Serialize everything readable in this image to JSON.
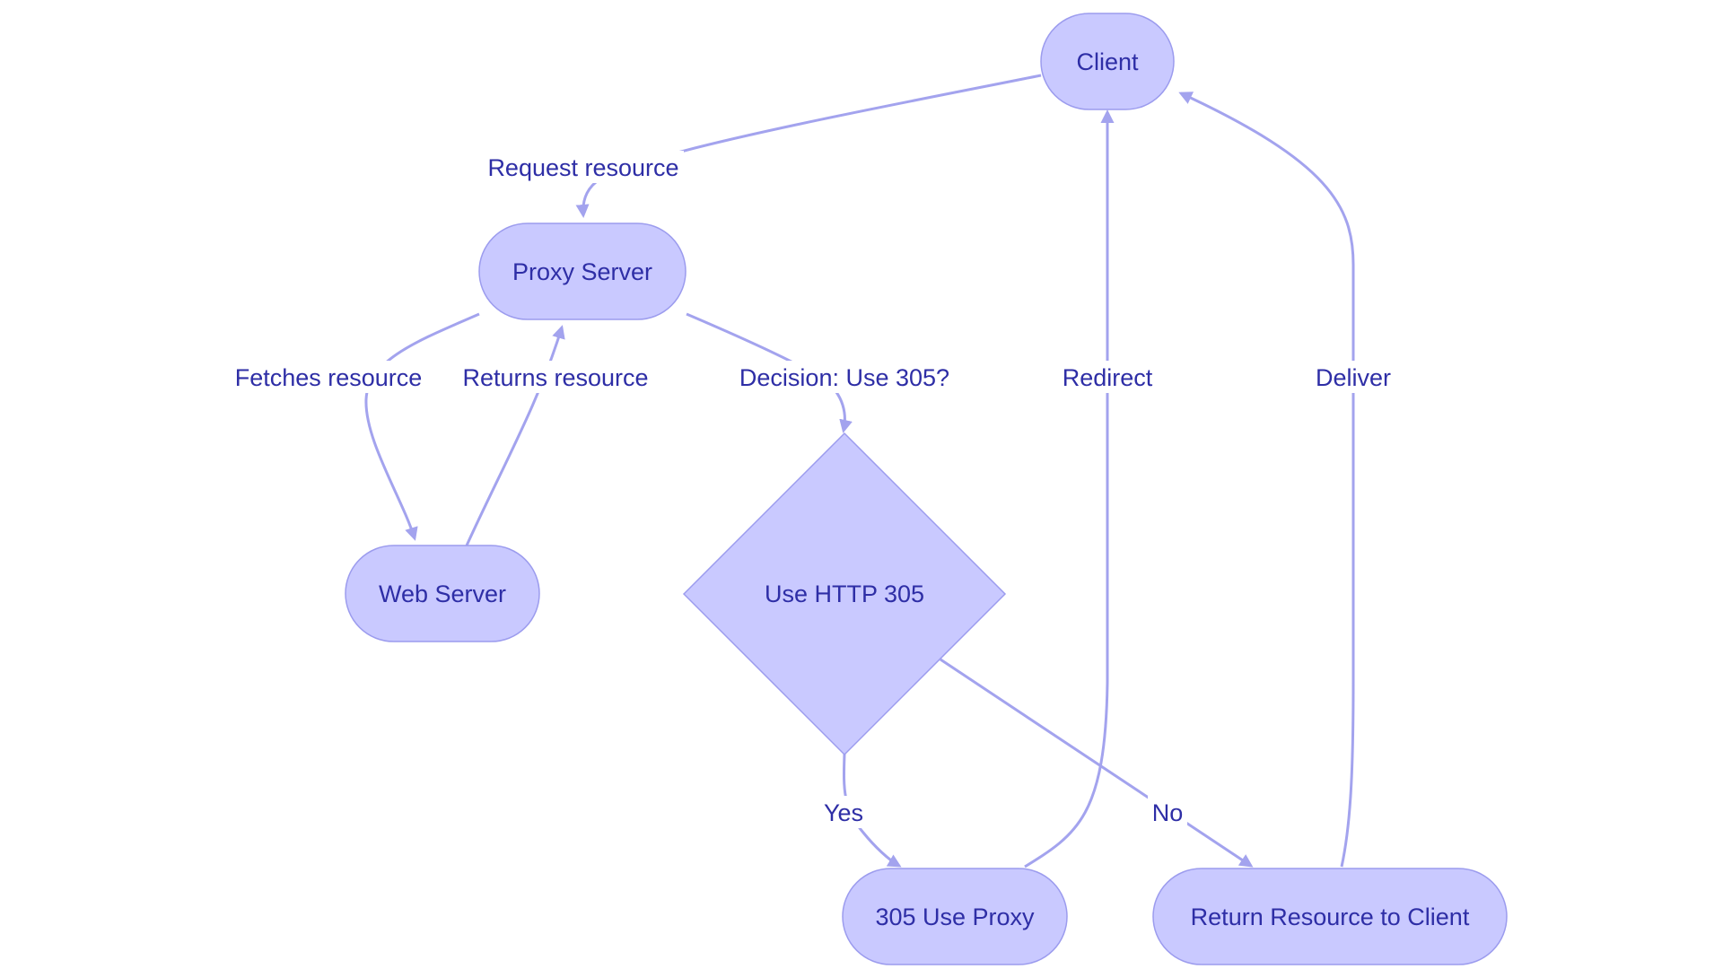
{
  "colors": {
    "node_fill": "#c9c9ff",
    "node_stroke": "#9c9cee",
    "edge": "#a3a3ee",
    "text": "#2e2ea6",
    "background": "#ffffff"
  },
  "nodes": {
    "client": "Client",
    "proxy_server": "Proxy Server",
    "web_server": "Web Server",
    "use_http_305": "Use HTTP 305",
    "use_proxy_305": "305 Use Proxy",
    "return_resource": "Return Resource to Client"
  },
  "edges": {
    "request_resource": "Request resource",
    "fetches_resource": "Fetches resource",
    "returns_resource": "Returns resource",
    "decision": "Decision: Use 305?",
    "yes": "Yes",
    "no": "No",
    "redirect": "Redirect",
    "deliver": "Deliver"
  }
}
